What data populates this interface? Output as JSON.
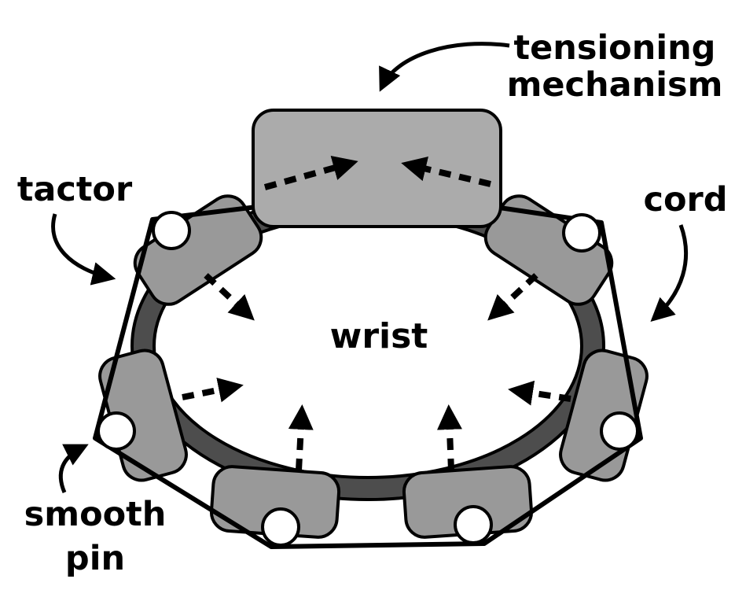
{
  "figure": {
    "labels": {
      "tensioning_mechanism_line1": "tensioning",
      "tensioning_mechanism_line2": "mechanism",
      "tactor": "tactor",
      "cord": "cord",
      "wrist": "wrist",
      "smooth_pin_line1": "smooth",
      "smooth_pin_line2": "pin"
    },
    "colors": {
      "background": "#ffffff",
      "outline": "#000000",
      "band_fill": "#4d4d4d",
      "tactor_fill": "#999999",
      "mechanism_fill": "#ababab",
      "pin_fill": "#ffffff",
      "wrist_fill": "#ffffff"
    }
  }
}
